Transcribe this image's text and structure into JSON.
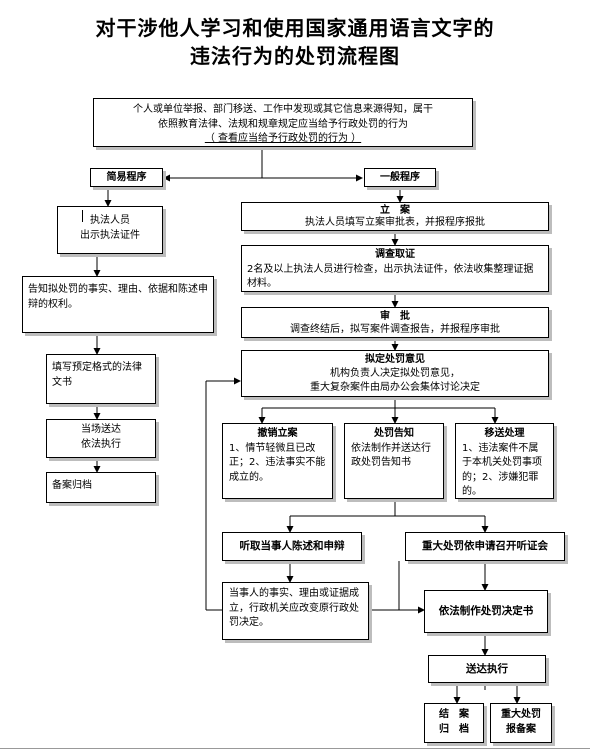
{
  "title": {
    "line1": "对干涉他人学习和使用国家通用语言文字的",
    "line2": "违法行为的处罚流程图"
  },
  "source": {
    "line1": "个人或单位举报、部门移送、工作中发现或其它信息来源得知，属干",
    "line2": "依照教育法律、法规和规章规定应当给予行政处罚的行为",
    "link": "（ 查看应当给予行政处罚的行为 ）"
  },
  "simple": {
    "label": "简易程序",
    "step1": [
      "执法人员",
      "出示执法证件"
    ],
    "step2": "告知拟处罚的事实、理由、依据和陈述申辩的权利。",
    "step3": "填写预定格式的法律文书",
    "step4": [
      "当场送达",
      "依法执行"
    ],
    "step5": "备案归档"
  },
  "general": {
    "label": "一般程序",
    "filing": {
      "title": "立　案",
      "text": "执法人员填写立案审批表，并报程序报批"
    },
    "investigate": {
      "title": "调查取证",
      "text": "2名及以上执法人员进行检查，出示执法证件，依法收集整理证据材料。"
    },
    "approve": {
      "title": "审　批",
      "text": "调查终结后，拟写案件调查报告，并报程序审批"
    },
    "opinion": {
      "title": "拟定处罚意见",
      "line1": "机构负责人决定拟处罚意见，",
      "line2": "重大复杂案件由局办公会集体讨论决定"
    },
    "revoke": {
      "title": "撤销立案",
      "text": "1、情节轻微且已改正；2、违法事实不能成立的。"
    },
    "notice": {
      "title": "处罚告知",
      "text": "依法制作并送达行政处罚告知书"
    },
    "transfer": {
      "title": "移送处理",
      "text": "1、违法案件不属于本机关处罚事项的；2、涉嫌犯罪的。"
    },
    "hear_statement": "听取当事人陈述和申辩",
    "hearing": "重大处罚依申请召开听证会",
    "reconsider": "当事人的事实、理由或证据成立，行政机关应改变原行政处罚决定。",
    "decision": "依法制作处罚决定书",
    "deliver": "送达执行",
    "close": [
      "结　案",
      "归　档"
    ],
    "record": [
      "重大处罚",
      "报备案"
    ]
  }
}
